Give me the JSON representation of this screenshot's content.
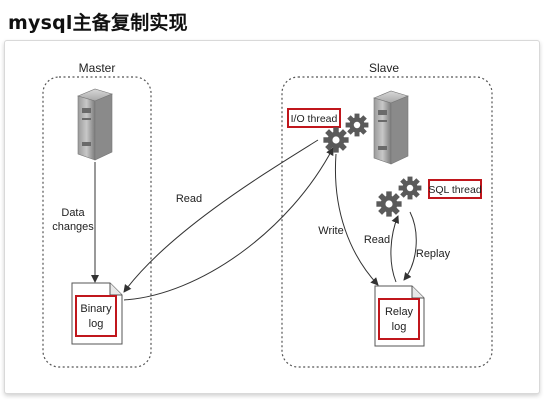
{
  "page_title": "mysql主备复制实现",
  "master": {
    "title": "Master",
    "data_changes_line1": "Data",
    "data_changes_line2": "changes",
    "binary_log_line1": "Binary",
    "binary_log_line2": "log"
  },
  "slave": {
    "title": "Slave",
    "io_thread": "I/O thread",
    "sql_thread": "SQL thread",
    "write": "Write",
    "read": "Read",
    "replay": "Replay",
    "relay_log_line1": "Relay",
    "relay_log_line2": "log"
  },
  "read_arrow_label": "Read",
  "colors": {
    "highlight_box": "#c0161c",
    "gear": "#555555",
    "server": "#8a8a8a",
    "dotted_border": "#555555"
  },
  "icons": [
    "server-icon",
    "gear-icon",
    "document-icon"
  ]
}
